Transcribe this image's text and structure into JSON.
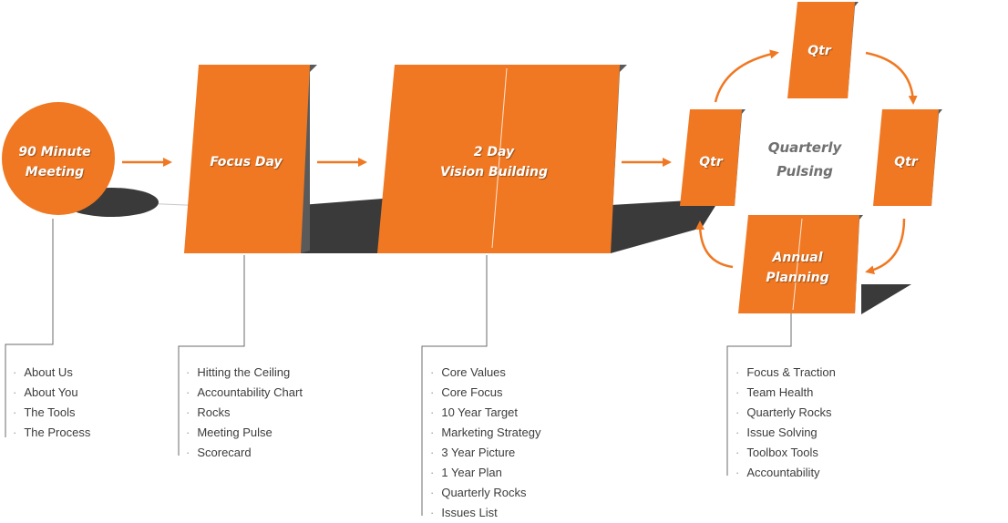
{
  "colors": {
    "accent": "#f07822",
    "shadow": "#3a3a3a",
    "line": "#6b6b6b",
    "text": "#3c3c3c",
    "quarterly_text": "#707070"
  },
  "stages": {
    "meeting": {
      "label": "90 Minute\nMeeting",
      "items": [
        "About Us",
        "About You",
        "The Tools",
        "The Process"
      ]
    },
    "focus_day": {
      "label": "Focus Day",
      "items": [
        "Hitting the Ceiling",
        "Accountability Chart",
        "Rocks",
        "Meeting Pulse",
        "Scorecard"
      ]
    },
    "vision_building": {
      "label": "2 Day\nVision Building",
      "items": [
        "Core Values",
        "Core Focus",
        "10 Year Target",
        "Marketing Strategy",
        "3 Year Picture",
        "1 Year Plan",
        "Quarterly Rocks",
        "Issues List"
      ]
    },
    "quarterly": {
      "center_label": "Quarterly\nPulsing",
      "qtr_top": "Qtr",
      "qtr_left": "Qtr",
      "qtr_right": "Qtr",
      "annual": "Annual\nPlanning",
      "items": [
        "Focus & Traction",
        "Team Health",
        "Quarterly Rocks",
        "Issue Solving",
        "Toolbox Tools",
        "Accountability"
      ]
    }
  }
}
